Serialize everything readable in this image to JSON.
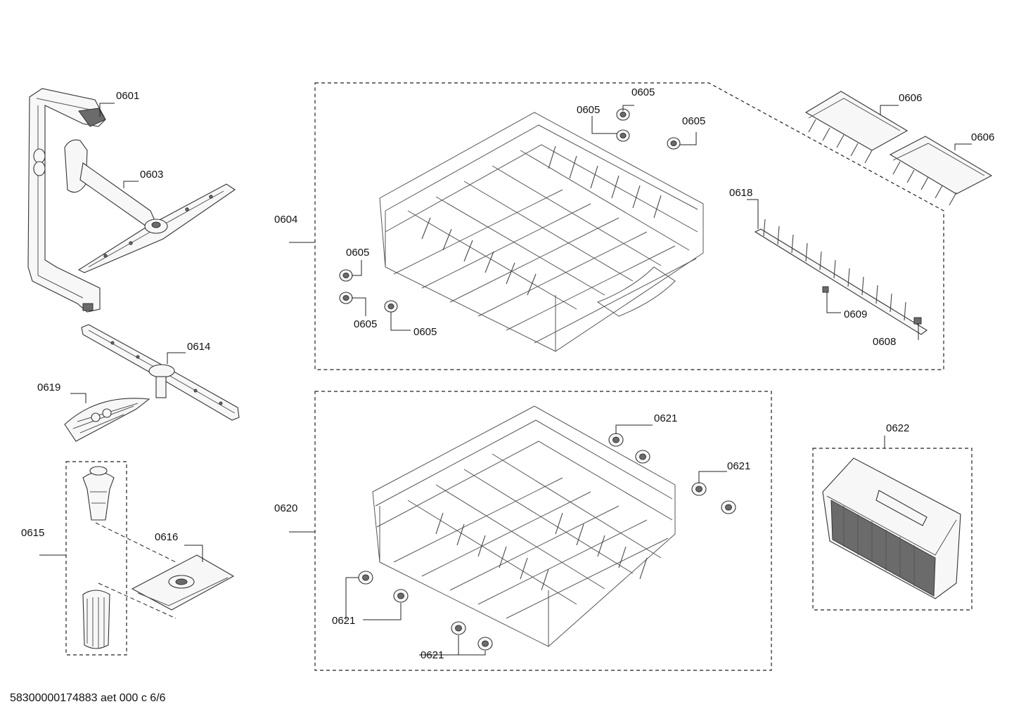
{
  "callouts": {
    "c0601": "0601",
    "c0603": "0603",
    "c0604": "0604",
    "c0605_top1": "0605",
    "c0605_top2": "0605",
    "c0605_top3": "0605",
    "c0605_left1": "0605",
    "c0605_left2": "0605",
    "c0605_left3": "0605",
    "c0606_a": "0606",
    "c0606_b": "0606",
    "c0618": "0618",
    "c0609": "0609",
    "c0608": "0608",
    "c0614": "0614",
    "c0619": "0619",
    "c0615": "0615",
    "c0616": "0616",
    "c0620": "0620",
    "c0621_a": "0621",
    "c0621_b": "0621",
    "c0621_c": "0621",
    "c0621_d": "0621",
    "c0622": "0622"
  },
  "footer": {
    "doc_id": "58300000174883 aet 000 c 6/6"
  }
}
